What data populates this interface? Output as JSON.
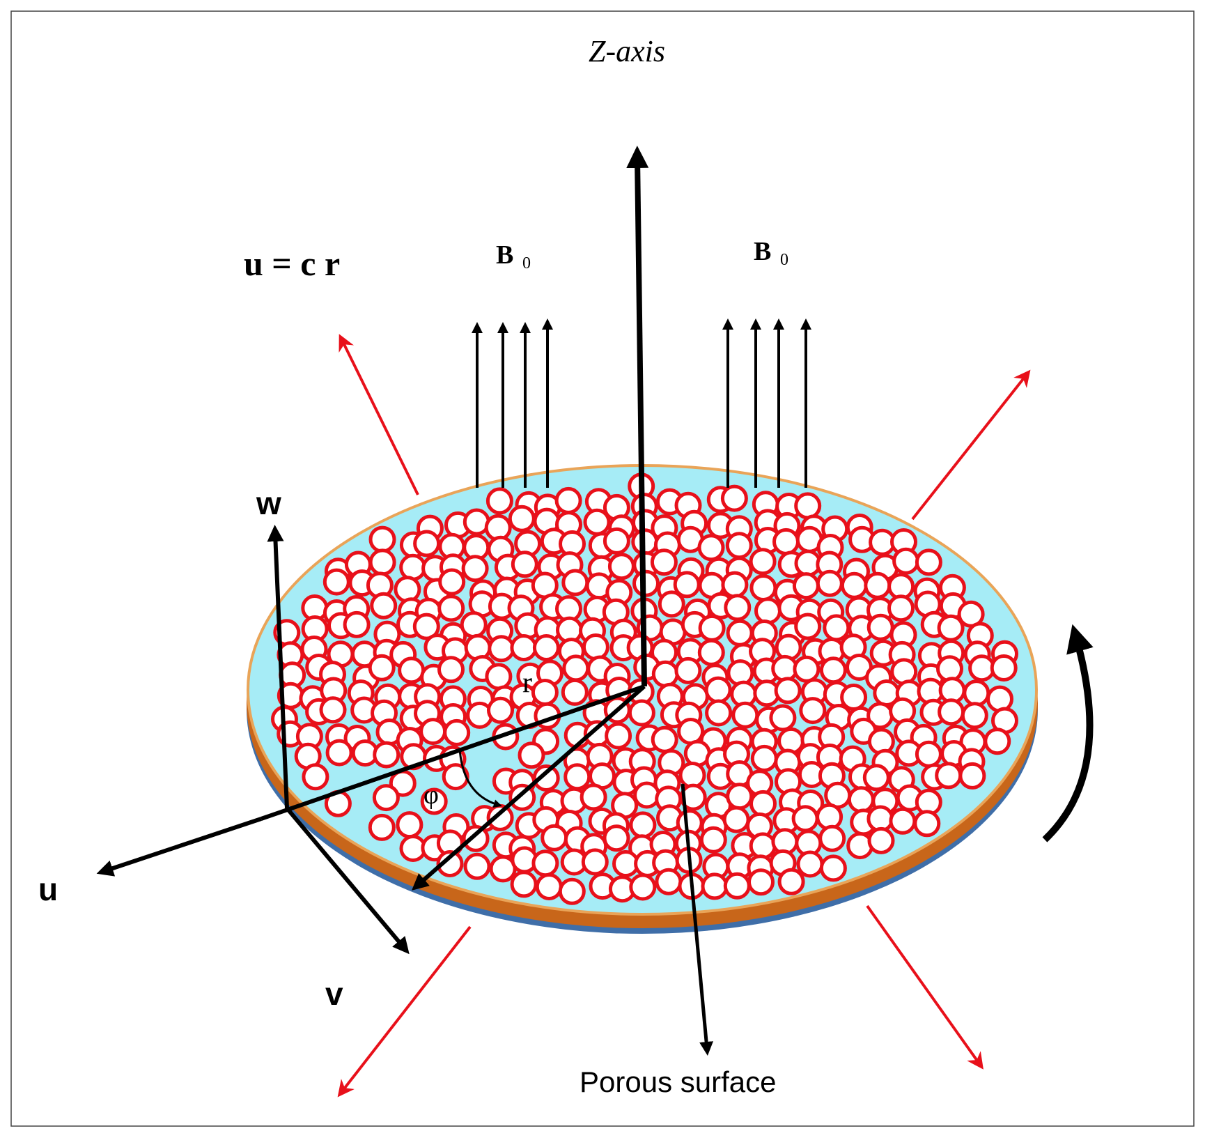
{
  "labels": {
    "z_axis": "Z-axis",
    "velocity_eq": "u = c r",
    "b0_left_main": "B",
    "b0_left_sub": "0",
    "b0_right_main": "B",
    "b0_right_sub": "0",
    "w": "w",
    "u": "u",
    "v": "v",
    "r": "r",
    "phi": "φ",
    "porous_surface": "Porous surface"
  },
  "colors": {
    "disk_top": "#a6ecf6",
    "disk_rim": "#c8661a",
    "disk_outline": "#e9a458",
    "disk_shadow": "#3f6ea8",
    "particle_stroke": "#e8101a",
    "particle_fill": "#ffffff",
    "stretch_arrow": "#e8101a",
    "axis_arrow": "#000000"
  },
  "icons": {
    "rotation": "curved-arrow-icon",
    "stretching": "red-arrow-icon"
  }
}
